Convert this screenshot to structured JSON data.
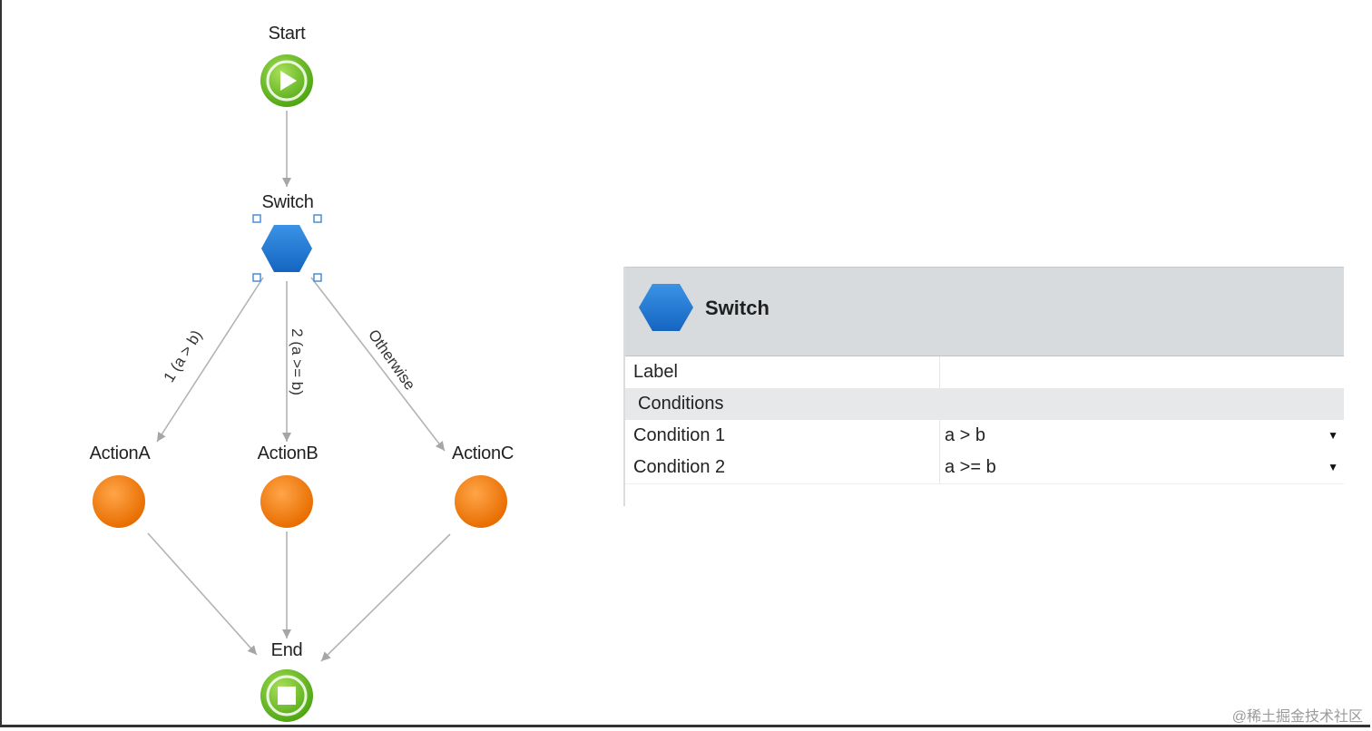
{
  "flow": {
    "start_label": "Start",
    "switch_label": "Switch",
    "action_a_label": "ActionA",
    "action_b_label": "ActionB",
    "action_c_label": "ActionC",
    "end_label": "End",
    "branch_1_label": "1 (a > b)",
    "branch_2_label": "2 (a >= b)",
    "branch_otherwise_label": "Otherwise"
  },
  "properties": {
    "title": "Switch",
    "label_key": "Label",
    "label_value": "",
    "section_conditions": "Conditions",
    "conditions": [
      {
        "key": "Condition 1",
        "value": "a > b"
      },
      {
        "key": "Condition 2",
        "value": "a >= b"
      }
    ]
  },
  "icons": {
    "start": "play-icon",
    "switch": "hexagon-icon",
    "action": "circle-icon",
    "end": "stop-icon",
    "dropdown": "caret-down-icon"
  },
  "colors": {
    "start_end_green": "#6cc21e",
    "switch_blue": "#1f78d1",
    "action_orange": "#f07f12",
    "header_gray": "#d7dbde"
  },
  "watermark": "@稀土掘金技术社区"
}
